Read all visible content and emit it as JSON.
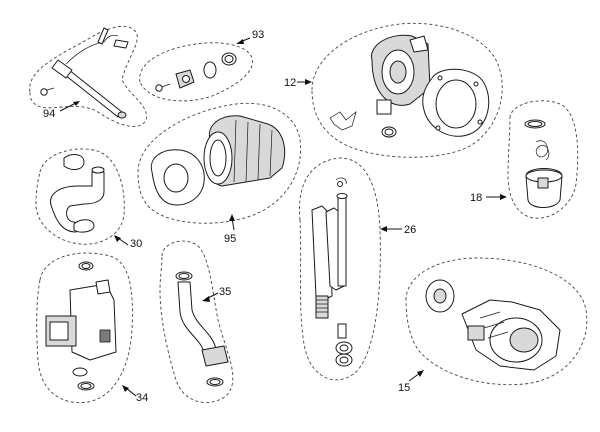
{
  "assemblies": [
    {
      "key": "94",
      "label": "94"
    },
    {
      "key": "93",
      "label": "93"
    },
    {
      "key": "12",
      "label": "12"
    },
    {
      "key": "30",
      "label": "30"
    },
    {
      "key": "95",
      "label": "95"
    },
    {
      "key": "18",
      "label": "18"
    },
    {
      "key": "26",
      "label": "26"
    },
    {
      "key": "35",
      "label": "35"
    },
    {
      "key": "34",
      "label": "34"
    },
    {
      "key": "15",
      "label": "15"
    }
  ],
  "colors": {
    "line": "#1a1a1a",
    "shade": "#d9d9d9",
    "outline": "#444444",
    "background": "#ffffff"
  }
}
